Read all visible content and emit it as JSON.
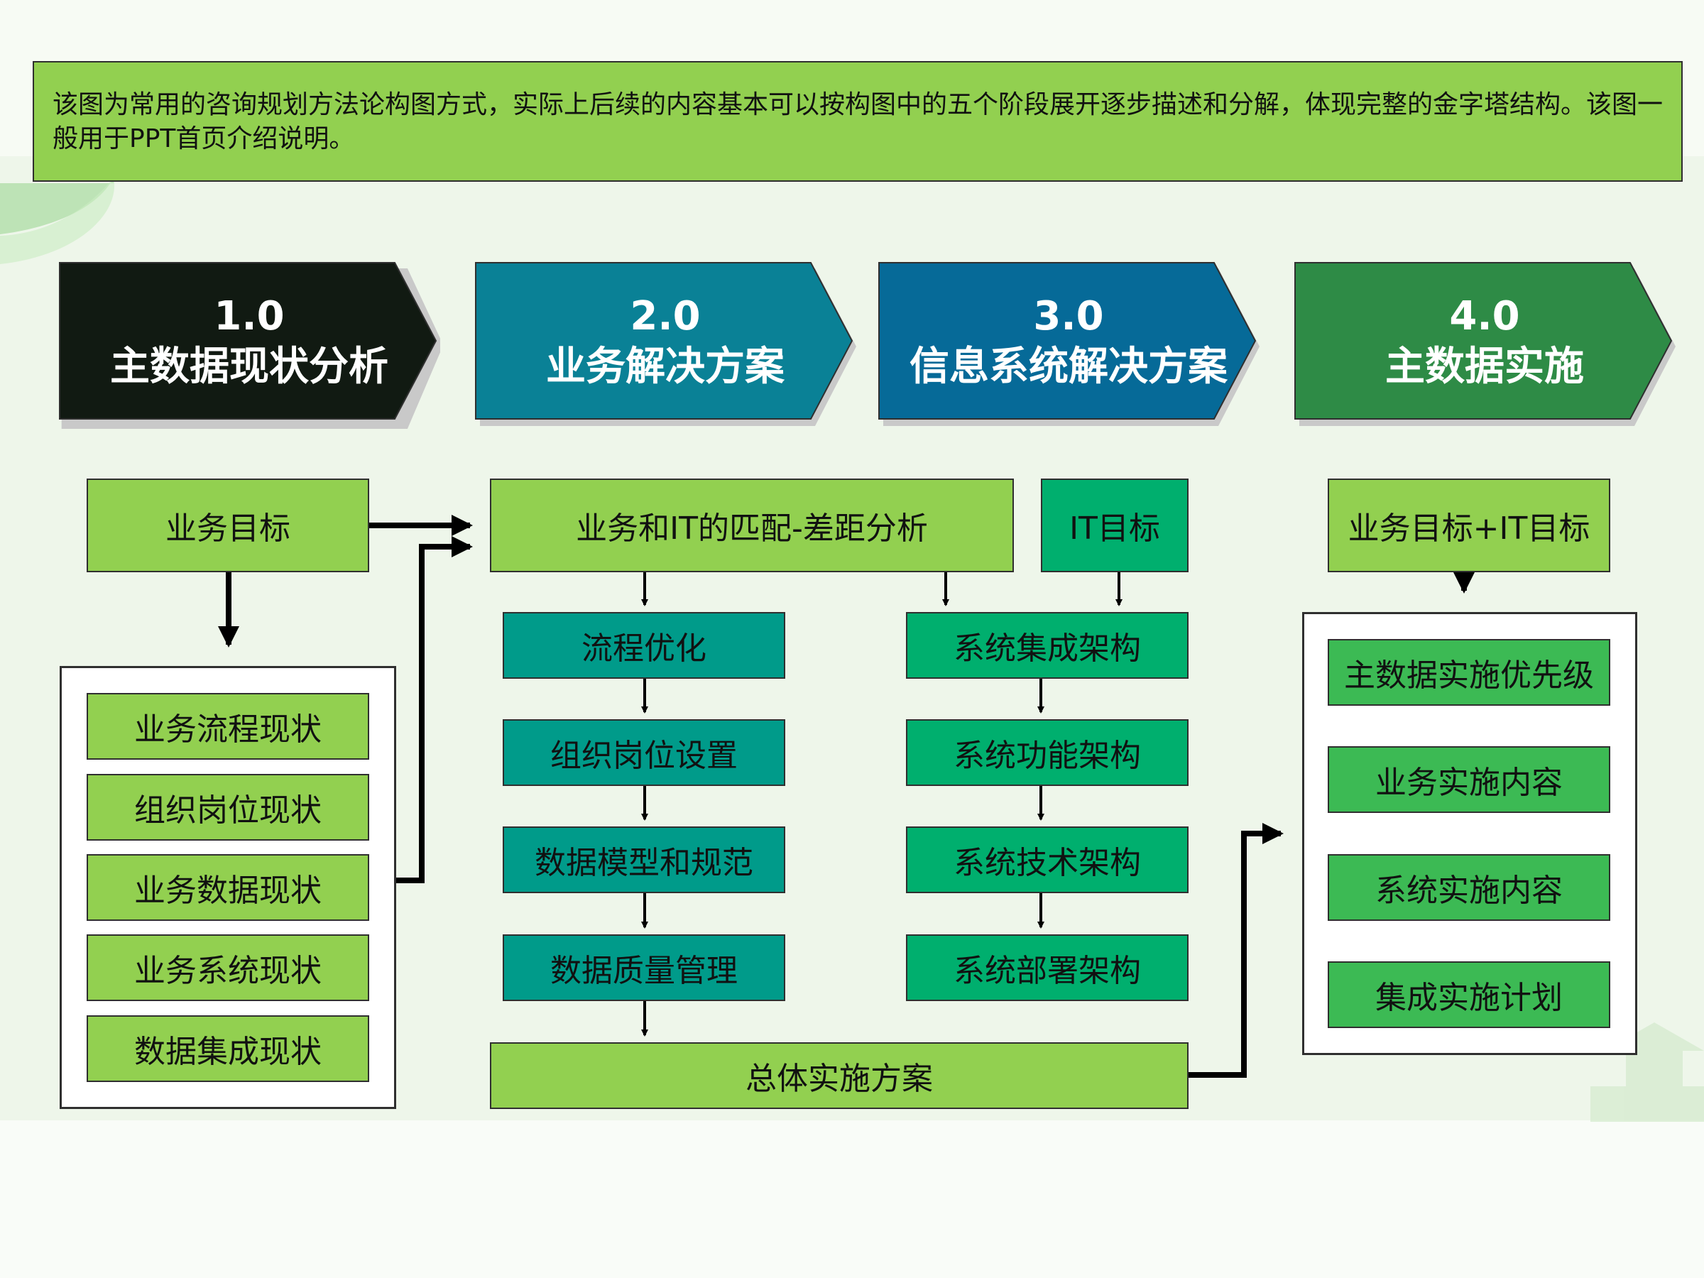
{
  "description": "该图为常用的咨询规划方法论构图方式，实际上后续的内容基本可以按构图中的五个阶段展开逐步描述和分解，体现完整的金字塔结构。该图一般用于PPT首页介绍说明。",
  "colors": {
    "phase1": "#111a12",
    "phase2": "#0a8196",
    "phase3": "#066a98",
    "phase4": "#2e8b46",
    "lime": "#92d050",
    "teal": "#009b8a",
    "emerald": "#00af6e",
    "green": "#3cba54"
  },
  "phases": [
    {
      "num": "1.0",
      "title": "主数据现状分析"
    },
    {
      "num": "2.0",
      "title": "业务解决方案"
    },
    {
      "num": "3.0",
      "title": "信息系统解决方案"
    },
    {
      "num": "4.0",
      "title": "主数据实施"
    }
  ],
  "col1": {
    "goal": "业务目标",
    "items": [
      "业务流程现状",
      "组织岗位现状",
      "业务数据现状",
      "业务系统现状",
      "数据集成现状"
    ]
  },
  "col2": {
    "gap": "业务和IT的匹配-差距分析",
    "it_goal": "IT目标",
    "business": [
      "流程优化",
      "组织岗位设置",
      "数据模型和规范",
      "数据质量管理"
    ],
    "system": [
      "系统集成架构",
      "系统功能架构",
      "系统技术架构",
      "系统部署架构"
    ],
    "overall": "总体实施方案"
  },
  "col4": {
    "goal": "业务目标+IT目标",
    "items": [
      "主数据实施优先级",
      "业务实施内容",
      "系统实施内容",
      "集成实施计划"
    ]
  }
}
